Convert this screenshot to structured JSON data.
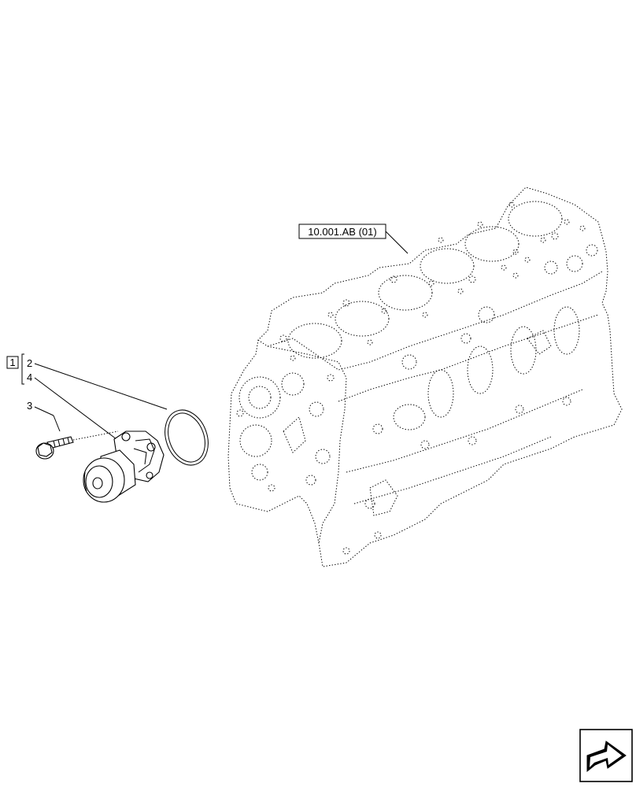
{
  "reference_box": {
    "label": "10.001.AB (01)"
  },
  "callouts": {
    "group_box": "1",
    "item_2": "2",
    "item_4": "4",
    "item_3": "3"
  },
  "nav_icon": "next-page-arrow-icon"
}
